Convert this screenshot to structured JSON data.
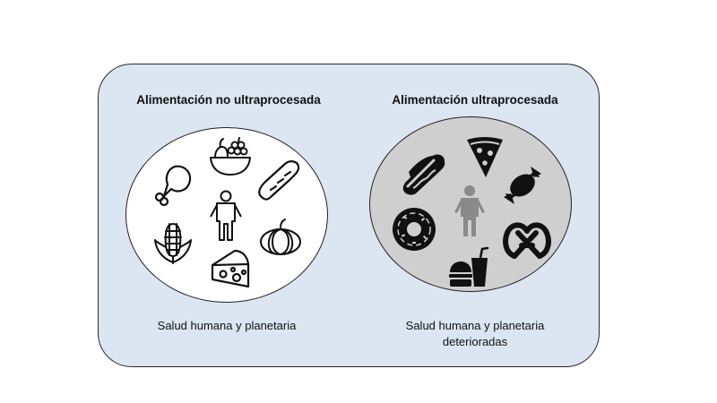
{
  "panel": {
    "background": "#dce6f2",
    "border": "#2b2b2b"
  },
  "left": {
    "title": "Alimentación no ultraprocesada",
    "caption": "Salud humana y planetaria",
    "circle_fill": "#ffffff",
    "icons": [
      "chicken-leg-icon",
      "fruit-bowl-icon",
      "baguette-icon",
      "person-icon",
      "corn-icon",
      "pumpkin-icon",
      "cheese-icon"
    ]
  },
  "right": {
    "title": "Alimentación ultraprocesada",
    "caption_line1": "Salud humana y planetaria",
    "caption_line2": "deterioradas",
    "circle_fill": "#cfcfcf",
    "icons": [
      "hot-dog-icon",
      "pizza-slice-icon",
      "candy-icon",
      "person-icon",
      "donut-icon",
      "pretzel-icon",
      "fast-food-icon"
    ]
  }
}
